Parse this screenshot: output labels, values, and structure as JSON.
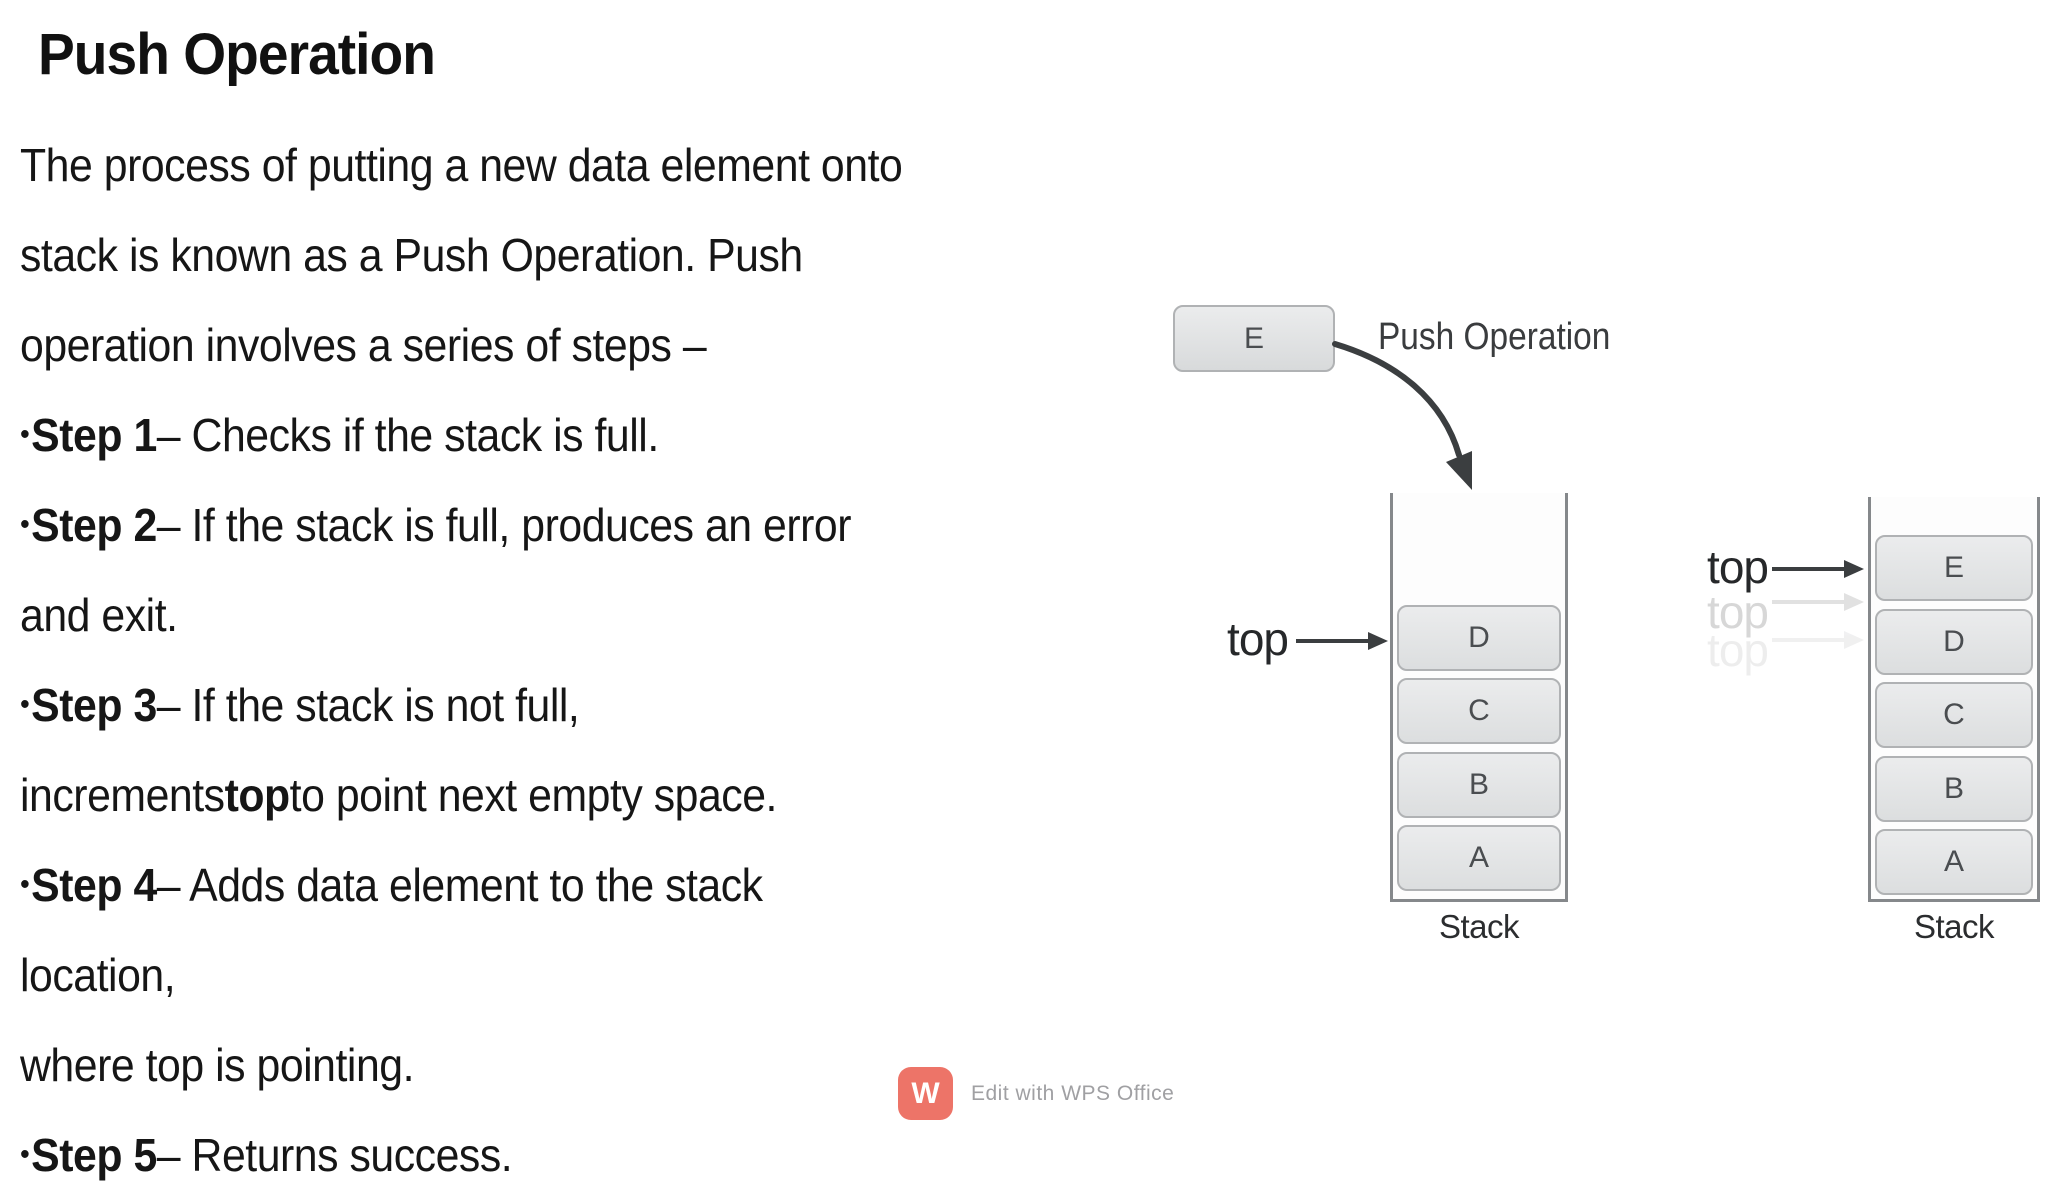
{
  "article": {
    "title": "Push Operation",
    "lines": [
      {
        "runs": [
          [
            "The process of putting a new data element onto",
            ""
          ]
        ]
      },
      {
        "runs": [
          [
            "stack is known as a Push Operation. Push",
            ""
          ]
        ]
      },
      {
        "runs": [
          [
            "operation involves a series of steps –",
            ""
          ]
        ]
      },
      {
        "runs": [
          [
            "•",
            "bullet"
          ],
          [
            "Step 1",
            "b"
          ],
          [
            " – Checks if the stack is full.",
            ""
          ]
        ]
      },
      {
        "runs": [
          [
            "•",
            "bullet"
          ],
          [
            "Step 2",
            "b"
          ],
          [
            " – If the stack is full, produces an error",
            ""
          ]
        ]
      },
      {
        "runs": [
          [
            "and exit.",
            ""
          ]
        ]
      },
      {
        "runs": [
          [
            "•",
            "bullet"
          ],
          [
            "Step 3",
            "b"
          ],
          [
            " – If the stack is not full,",
            ""
          ]
        ]
      },
      {
        "runs": [
          [
            "increments ",
            ""
          ],
          [
            "top",
            "b"
          ],
          [
            " to point next empty space.",
            ""
          ]
        ]
      },
      {
        "runs": [
          [
            "•",
            "bullet"
          ],
          [
            "Step 4",
            "b"
          ],
          [
            " – Adds data element to the stack",
            ""
          ]
        ]
      },
      {
        "runs": [
          [
            "location,",
            ""
          ]
        ]
      },
      {
        "runs": [
          [
            "where top is pointing.",
            ""
          ]
        ]
      },
      {
        "runs": [
          [
            "•",
            "bullet"
          ],
          [
            "Step 5",
            "b"
          ],
          [
            " – Returns success.",
            ""
          ]
        ]
      }
    ]
  },
  "diagram": {
    "title": "Push Operation",
    "incoming_item": "E",
    "pointer_label": "top",
    "stacks": [
      {
        "caption": "Stack",
        "items": [
          "D",
          "C",
          "B",
          "A"
        ],
        "top_item": "D"
      },
      {
        "caption": "Stack",
        "items": [
          "E",
          "D",
          "C",
          "B",
          "A"
        ],
        "top_item": "E"
      }
    ]
  },
  "watermark": {
    "icon_letter": "W",
    "text": "Edit with WPS Office"
  },
  "colors": {
    "wps_brand": "#ed7468",
    "box_border": "#b0b2b4",
    "box_fill": "#e4e5e6",
    "stack_wall": "#85888b",
    "arrow": "#3b3e40",
    "body_text": "#161616",
    "diagram_text": "#3a3c3e",
    "watermark_text": "#a0a0a3"
  }
}
